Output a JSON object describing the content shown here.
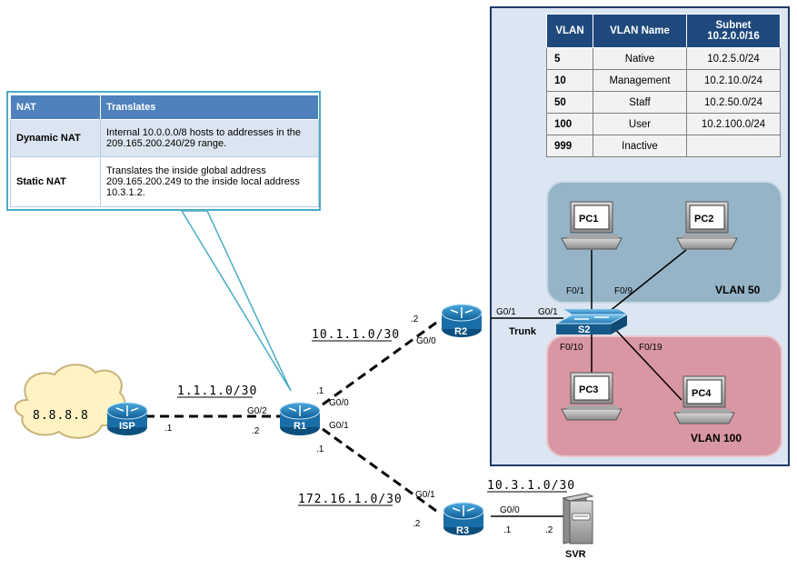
{
  "nat_table": {
    "headers": [
      "NAT",
      "Translates"
    ],
    "rows": [
      {
        "type": "Dynamic NAT",
        "desc": "Internal 10.0.0.0/8 hosts to addresses in the 209.165.200.240/29 range."
      },
      {
        "type": "Static NAT",
        "desc": "Translates the inside global address 209.165.200.249  to the  inside local address 10.3.1.2."
      }
    ]
  },
  "vlan_table": {
    "headers": [
      "VLAN",
      "VLAN Name",
      "Subnet 10.2.0.0/16"
    ],
    "rows": [
      {
        "id": "5",
        "name": "Native",
        "subnet": "10.2.5.0/24"
      },
      {
        "id": "10",
        "name": "Management",
        "subnet": "10.2.10.0/24"
      },
      {
        "id": "50",
        "name": "Staff",
        "subnet": "10.2.50.0/24"
      },
      {
        "id": "100",
        "name": "User",
        "subnet": "10.2.100.0/24"
      },
      {
        "id": "999",
        "name": "Inactive",
        "subnet": ""
      }
    ]
  },
  "devices": {
    "cloud": "8.8.8.8",
    "isp": "ISP",
    "r1": "R1",
    "r2": "R2",
    "r3": "R3",
    "s2": "S2",
    "pc1": "PC1",
    "pc2": "PC2",
    "pc3": "PC3",
    "pc4": "PC4",
    "svr": "SVR"
  },
  "vlan_zones": {
    "vlan50": "VLAN 50",
    "vlan100": "VLAN 100"
  },
  "networks": {
    "isp_r1": "1.1.1.0/30",
    "r1_r2": "10.1.1.0/30",
    "r1_r3": "172.16.1.0/30",
    "r3_svr": "10.3.1.0/30"
  },
  "labels": {
    "isp_host": ".1",
    "r1_isp_host": ".2",
    "r1_isp_if": "G0/2",
    "r1_r2_host": ".1",
    "r1_r2_if": "G0/0",
    "r1_r3_if": "G0/1",
    "r1_r3_host": ".1",
    "r2_host": ".2",
    "r2_g00": "G0/0",
    "r2_g01": "G0/1",
    "s2_g01": "G0/1",
    "trunk": "Trunk",
    "s2_f01": "F0/1",
    "s2_f09": "F0/9",
    "s2_f010": "F0/10",
    "s2_f019": "F0/19",
    "r3_g01": "G0/1",
    "r3_host": ".2",
    "r3_g00": "G0/0",
    "r3_svr_host": ".1",
    "svr_host": ".2"
  },
  "colors": {
    "router": "#1e7fb8",
    "switch": "#3aa0d8",
    "vlan50_zone": "#8eafc4",
    "vlan100_zone": "#d88f9a",
    "network_panel": "#dce6f2",
    "callout_border": "#4bacc6"
  }
}
